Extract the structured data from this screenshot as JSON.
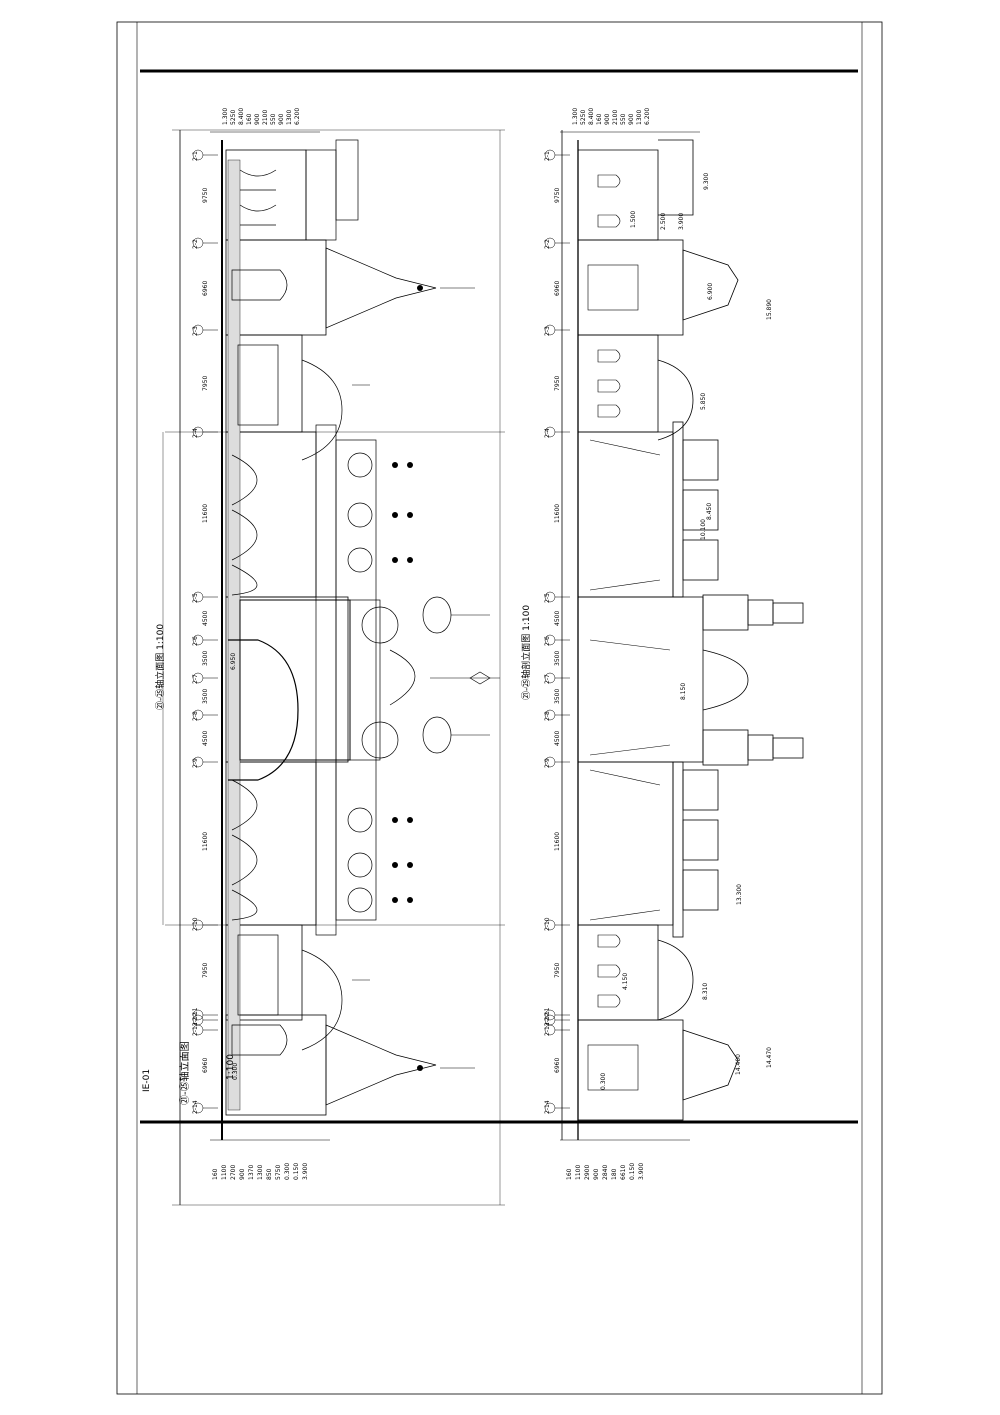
{
  "title_block": {
    "drawing_title": "㉑-㉕轴立面图",
    "scale": "1:100",
    "sheet_no": "IE-01"
  },
  "drawings": [
    {
      "id": "elevation-left",
      "caption": "㉑-㉕轴立面图 1:100",
      "grid_labels": [
        "2-1",
        "2-2",
        "2-3",
        "2-4",
        "2-5",
        "2-6",
        "2-7",
        "2-8",
        "2-9",
        "2-10",
        "2-11",
        "2-12",
        "2-13",
        "2-14"
      ],
      "bay_dims": [
        "9750",
        "6960",
        "7950",
        "11600",
        "4500",
        "3500",
        "3500",
        "4500",
        "11600",
        "7950",
        "6960"
      ],
      "top_dims": [
        "1.300",
        "5250",
        "8.400",
        "160",
        "900",
        "2100",
        "550",
        "900",
        "1300",
        "6.200"
      ],
      "bottom_dims": [
        "160",
        "1100",
        "2700",
        "900",
        "1370",
        "1300",
        "850",
        "5750",
        "0.300",
        "0.150",
        "3.900"
      ],
      "levels": [
        "6.950",
        "0.300"
      ]
    },
    {
      "id": "section-right",
      "caption": "㉑-㉕轴剖立面图 1:100",
      "grid_labels": [
        "2-1",
        "2-2",
        "2-3",
        "2-4",
        "2-5",
        "2-6",
        "2-7",
        "2-8",
        "2-9",
        "2-10",
        "2-11",
        "2-12",
        "2-13",
        "2-14"
      ],
      "bay_dims": [
        "9750",
        "6960",
        "7950",
        "11600",
        "4500",
        "3500",
        "3500",
        "4500",
        "11600",
        "7950",
        "6960"
      ],
      "top_dims": [
        "1.300",
        "5250",
        "8.400",
        "160",
        "900",
        "2100",
        "550",
        "900",
        "1300",
        "6.200"
      ],
      "bottom_dims": [
        "160",
        "1100",
        "2900",
        "900",
        "2840",
        "180",
        "6610",
        "0.150",
        "3.900"
      ],
      "levels": [
        "9.300",
        "2.500",
        "1.500",
        "3.900",
        "6.900",
        "15.890",
        "5.850",
        "13.300",
        "14.470",
        "10.100",
        "8.450",
        "8.150",
        "4.150",
        "8.310",
        "14.400",
        "0.300"
      ]
    }
  ]
}
